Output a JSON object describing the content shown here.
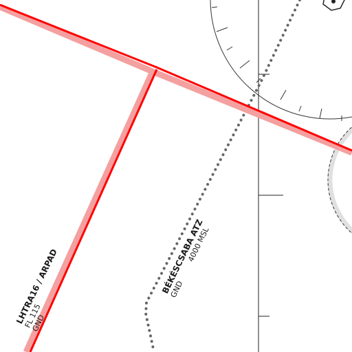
{
  "airspaces": [
    {
      "name": "LHTRA16 / ARPAD",
      "upper_limit": "FL 115",
      "lower_limit": "GND",
      "border_color": "#ff0000",
      "border_style": "solid-with-pink-halo"
    },
    {
      "name": "BÉKÉSCSABA ATZ",
      "upper_limit": "4000 MSL",
      "lower_limit": "GND",
      "border_color": "#666666",
      "border_style": "dotted"
    }
  ],
  "features": {
    "compass_rose": "partial-compass-rose-with-ticks",
    "reference_line": "vertical-line-with-ticks",
    "airport_symbol": "hexagon-airport-icon",
    "dashed_circle": "dashed-boundary-circle"
  },
  "colors": {
    "border_red": "#ff0000",
    "border_halo": "#f4a0a0",
    "dotted_gray": "#666666",
    "line_black": "#222222"
  }
}
